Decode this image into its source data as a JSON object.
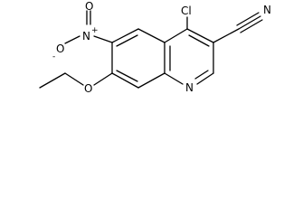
{
  "molecule": {
    "atoms": {
      "chlorine": "Cl",
      "nitrile_nitrogen": "N",
      "ring_nitrogen": "N",
      "nitro_nitrogen": "N",
      "nitro_charge_plus": "+",
      "nitro_oxygen_top": "O",
      "nitro_oxygen_left": "O",
      "nitro_charge_minus": "-",
      "ether_oxygen": "O"
    },
    "bond_color": "#000000"
  }
}
